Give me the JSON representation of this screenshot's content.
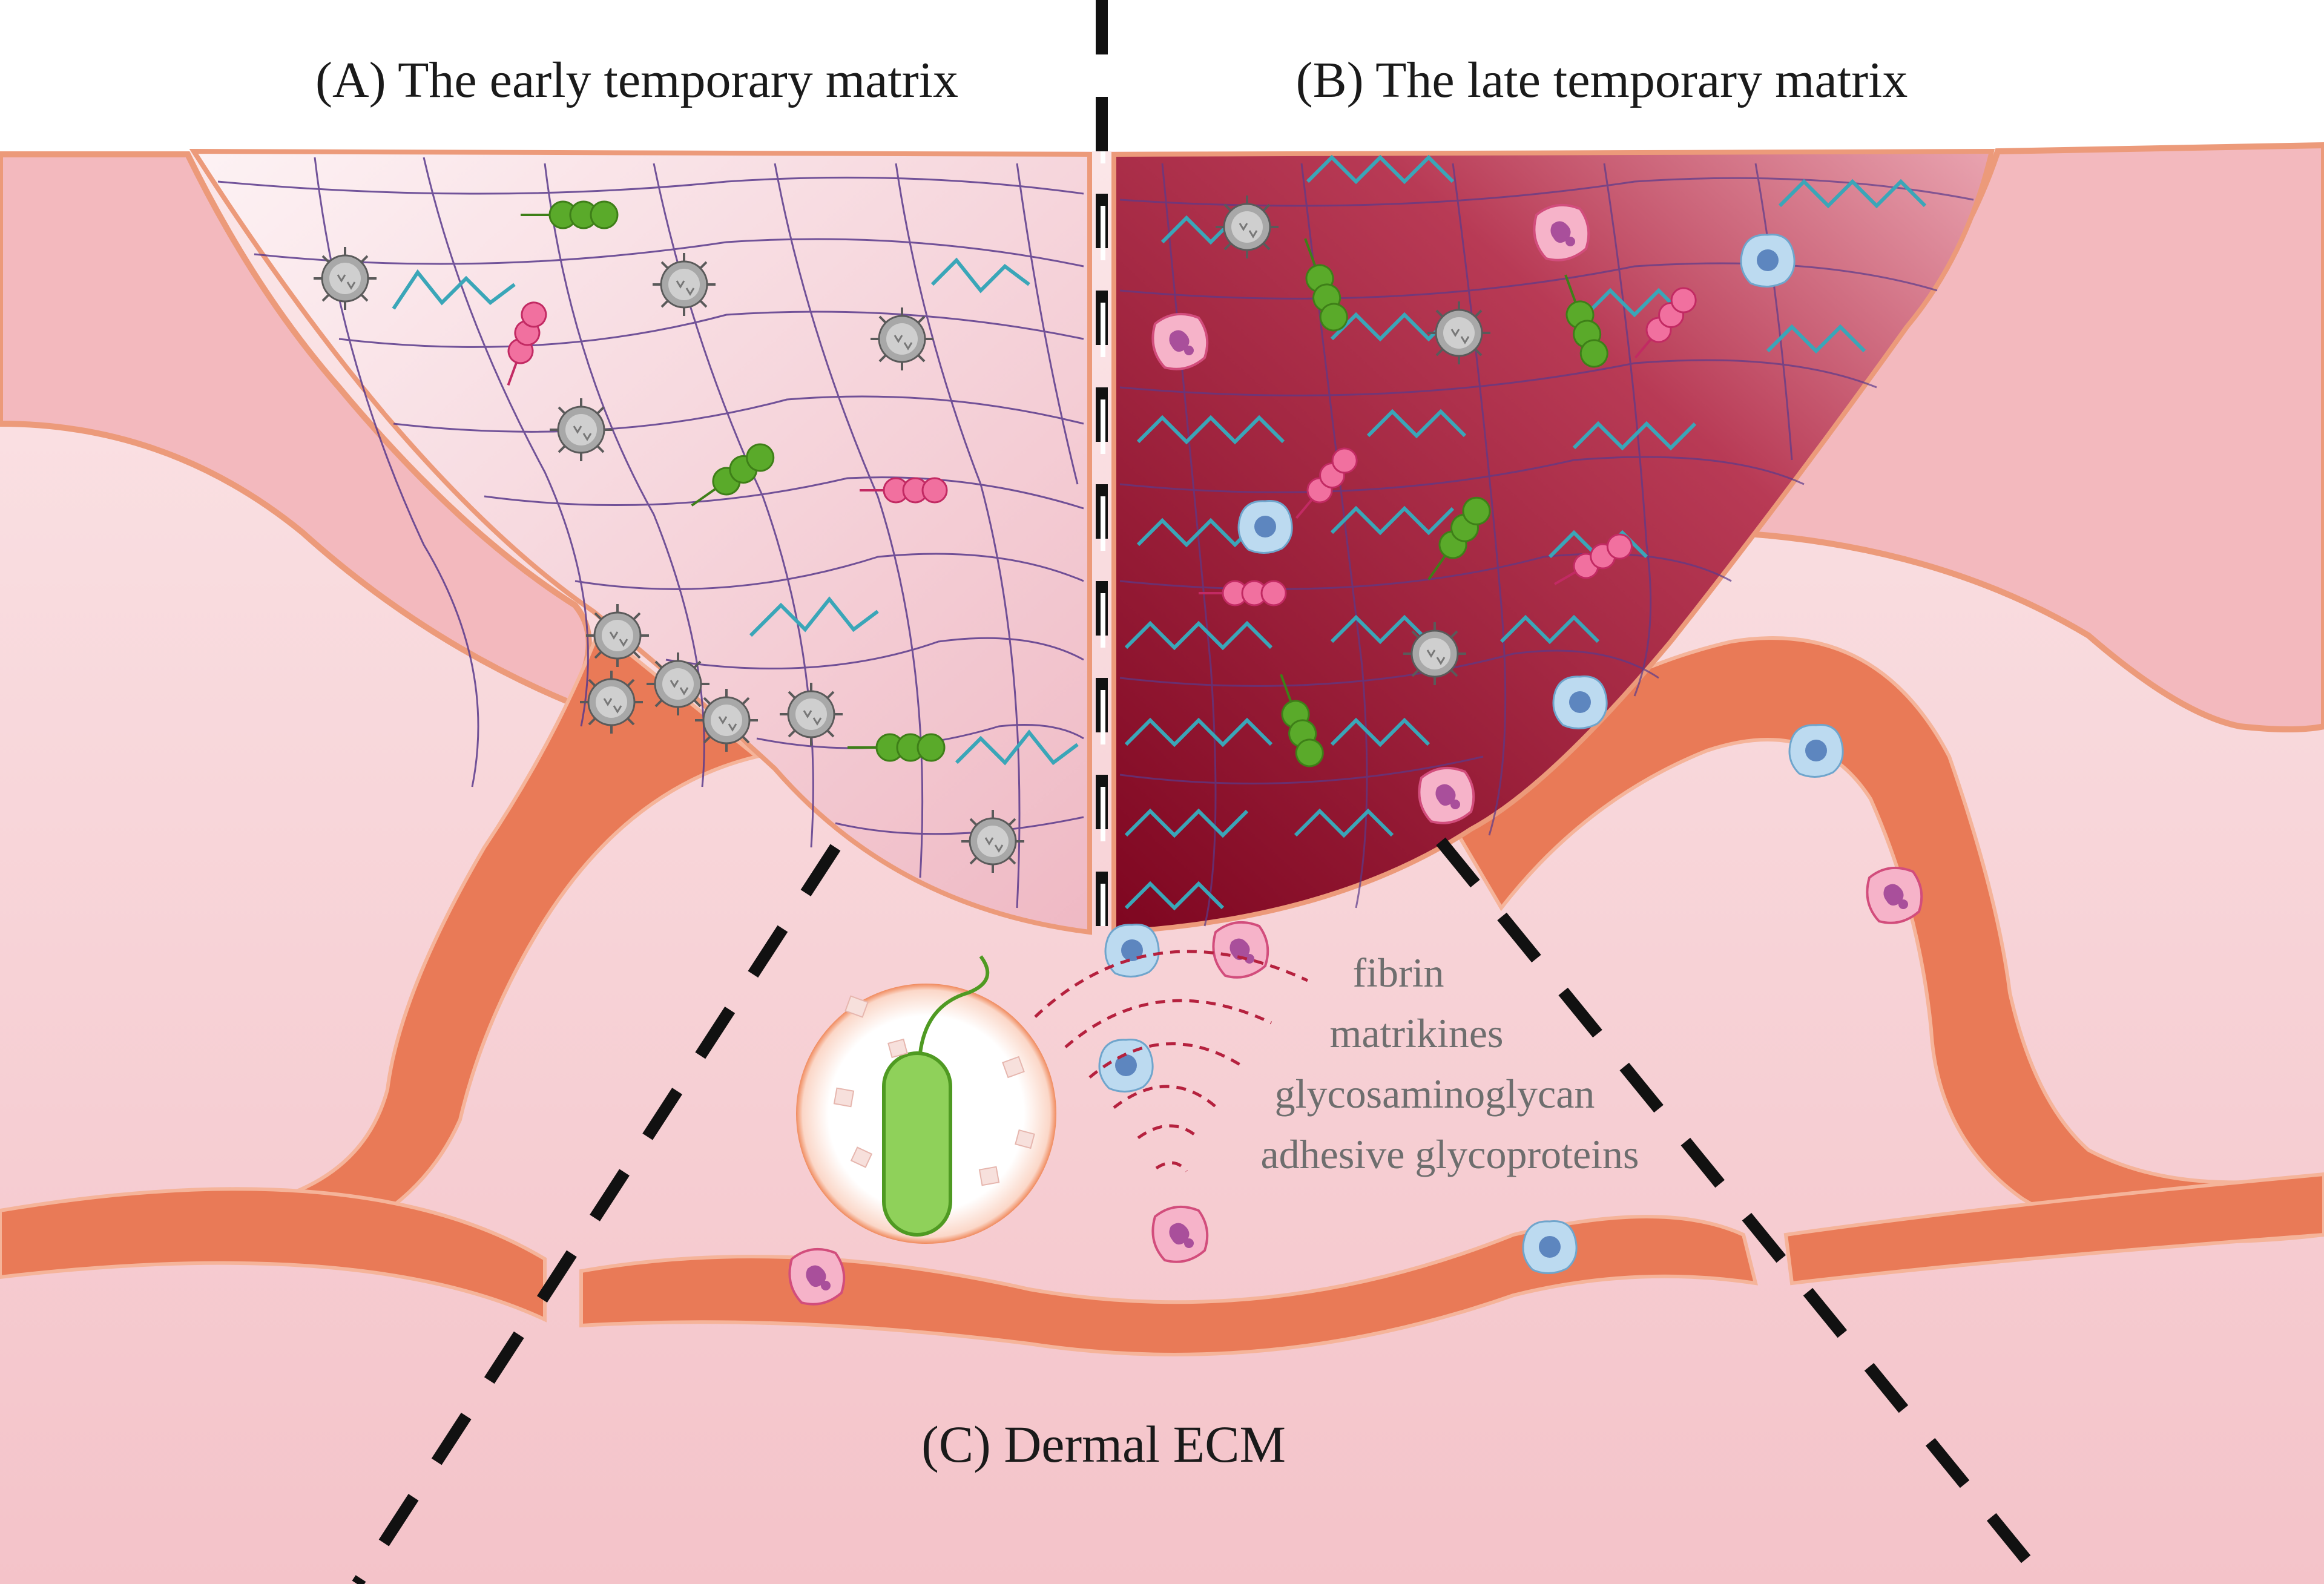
{
  "panels": {
    "a_title": "(A) The early temporary matrix",
    "b_title": "(B) The late temporary matrix",
    "c_title": "(C) Dermal ECM"
  },
  "molecules": [
    "fibrin",
    "matrikines",
    "glycosaminoglycan",
    "adhesive glycoproteins"
  ],
  "colors": {
    "skin": "#f7cfd3",
    "skin_dark": "#efb3b8",
    "vessel": "#e97a57",
    "early_matrix": "#f6d7dd",
    "late_matrix": "#8e1028",
    "fiber": "#5a3a8c",
    "collagen_teal": "#3aa6b8",
    "green_chain": "#5aaa2a",
    "pink_chain": "#e8417a",
    "platelet": "#a7a7a7",
    "neutrophil": "#f4a6c0",
    "macrophage": "#a9cde8",
    "bacterium": "#7cc24a"
  },
  "icons": [
    "platelet-icon",
    "neutrophil-icon",
    "macrophage-icon",
    "bacterium-icon"
  ]
}
